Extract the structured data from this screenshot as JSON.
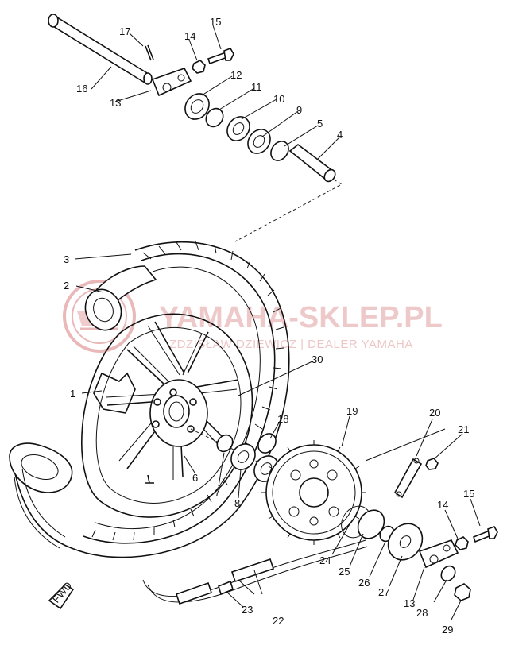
{
  "watermark": {
    "main": "YAMAHA-SKLEP.PL",
    "sub": "ZDZISŁAW DZIEWICZ | DEALER YAMAHA"
  },
  "fwd_label": "FWD",
  "callouts": [
    "1",
    "2",
    "3",
    "4",
    "5",
    "6",
    "7",
    "8",
    "9",
    "10",
    "11",
    "12",
    "13",
    "14",
    "15",
    "16",
    "17",
    "18",
    "19",
    "20",
    "21",
    "22",
    "23",
    "24",
    "25",
    "26",
    "27",
    "28",
    "29",
    "30",
    "13",
    "14",
    "15"
  ]
}
